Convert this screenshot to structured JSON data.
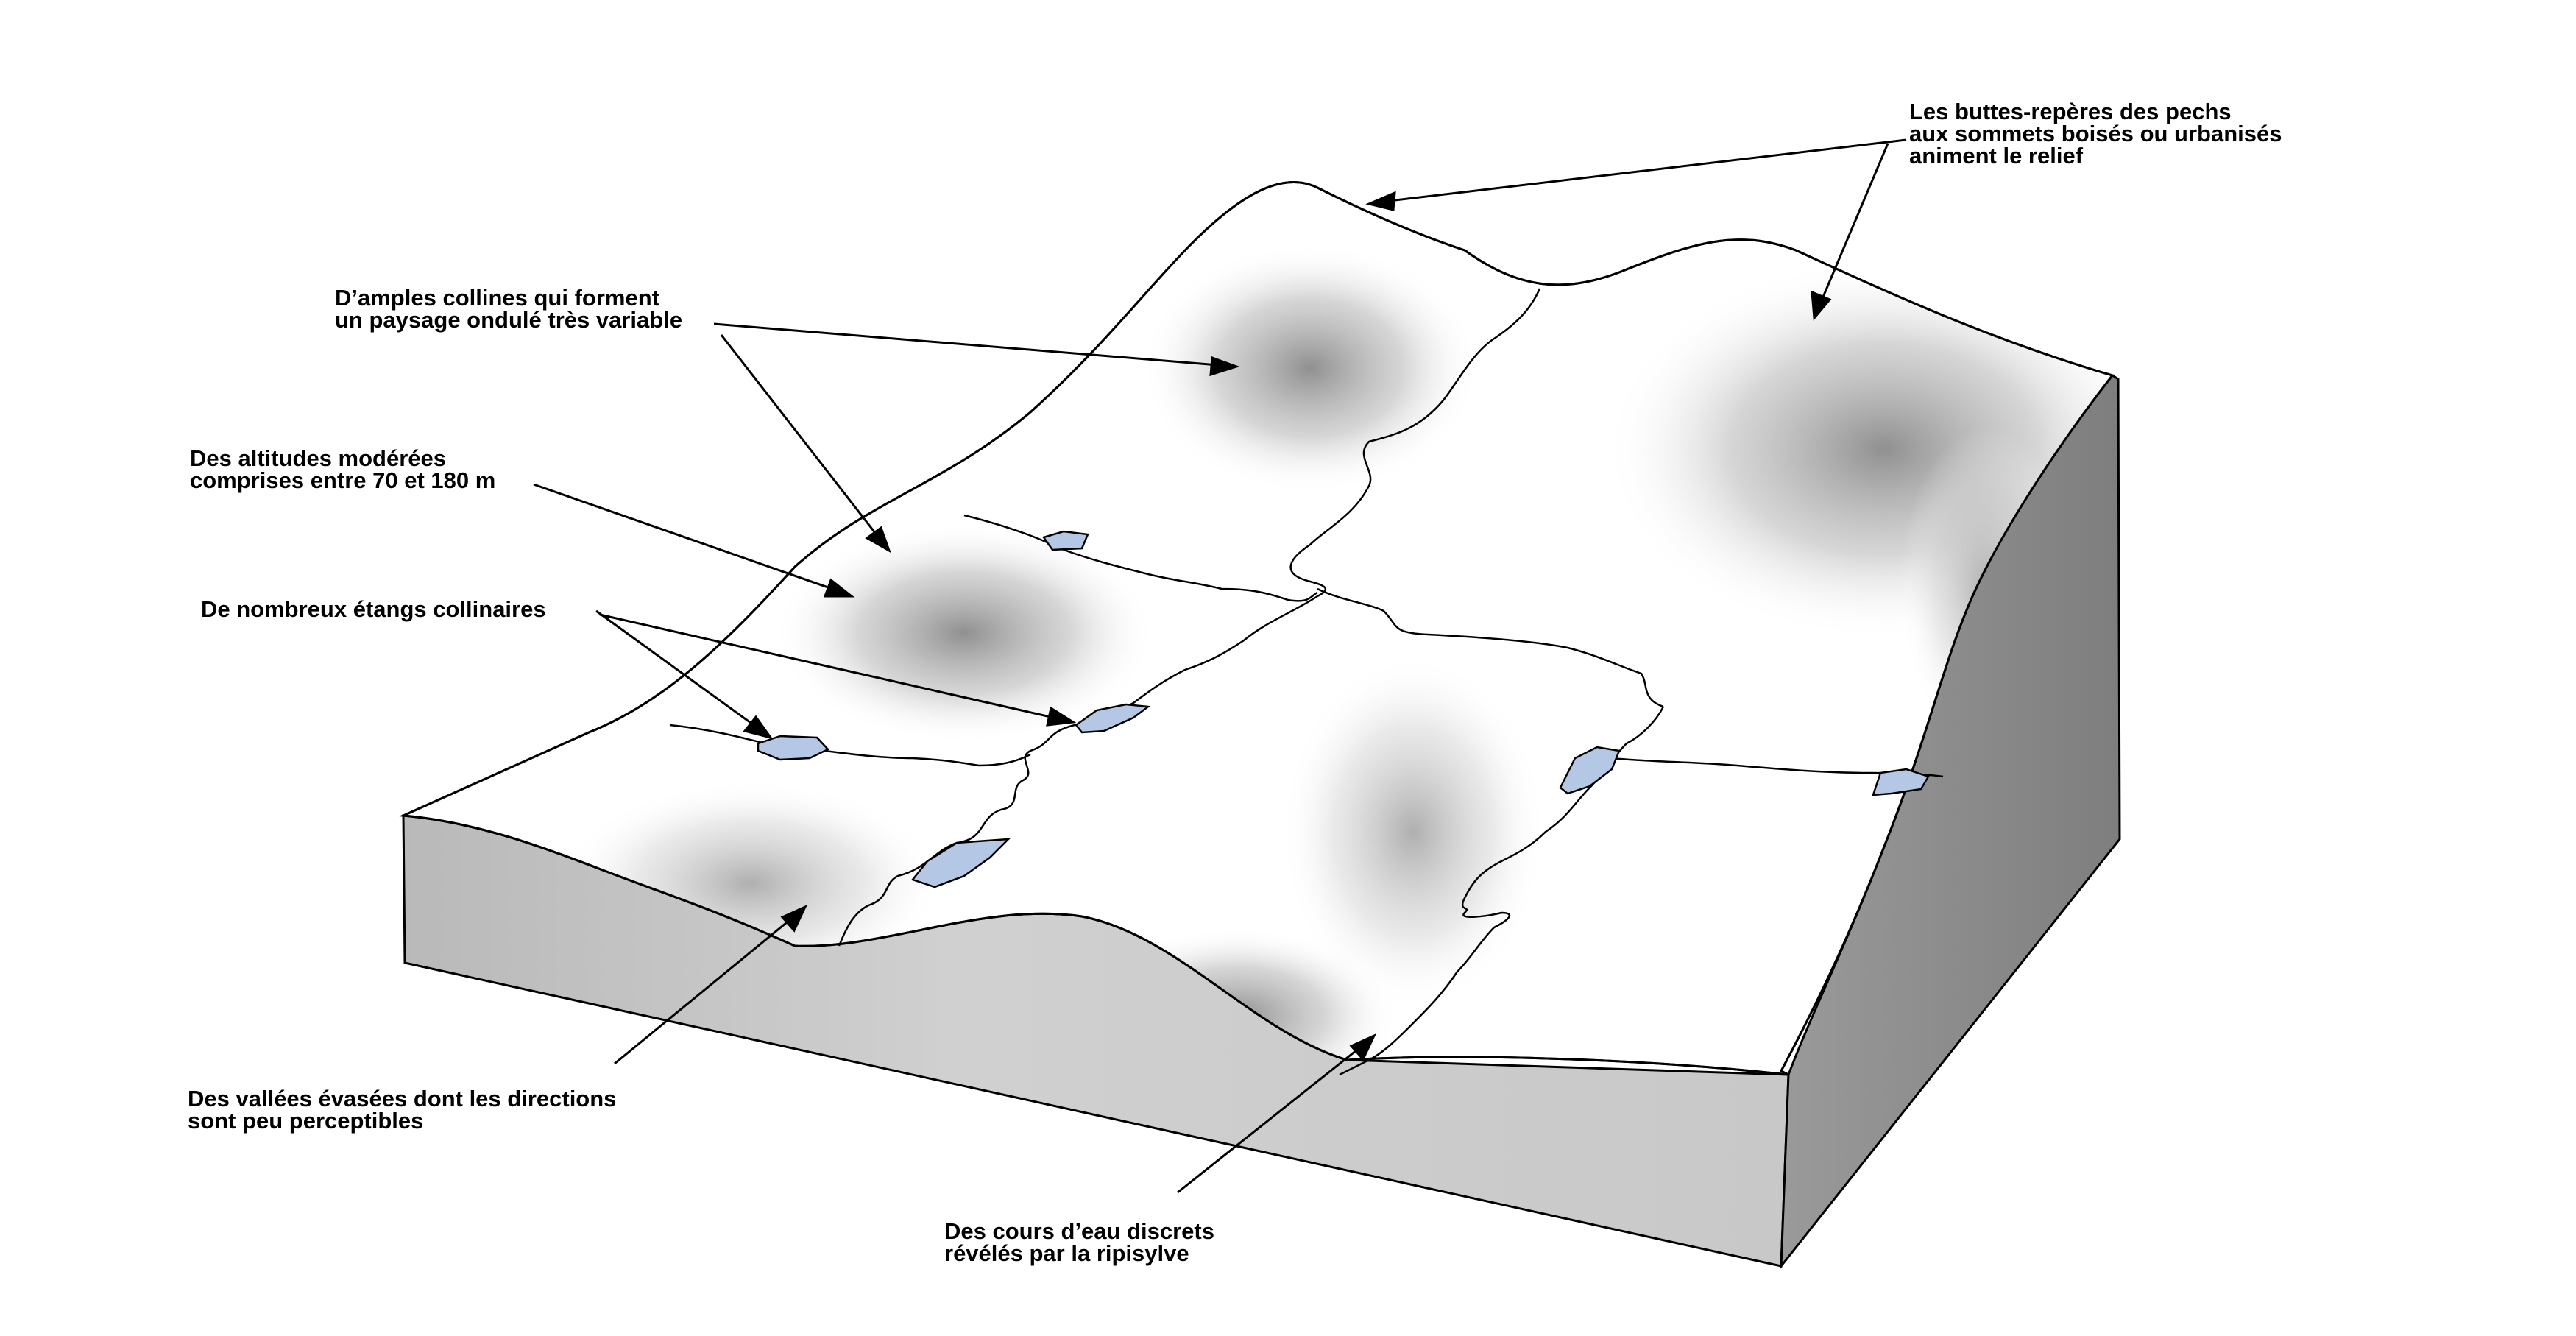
{
  "colors": {
    "top_surface": "#ffffff",
    "hill_shading": "#8c8c8c",
    "side_front": "#c6c6c6",
    "side_right": "#8e8e8e",
    "pond_fill": "#b4c8e6",
    "outline": "#000000"
  },
  "annotations": {
    "buttes": {
      "line1": "Les buttes-repères des pechs",
      "line2": "aux sommets boisés ou urbanisés",
      "line3": "animent le relief"
    },
    "collines": {
      "line1": "D’amples collines qui forment",
      "line2": "un paysage ondulé très variable"
    },
    "altitudes": {
      "line1": "Des altitudes modérées",
      "line2": "comprises entre 70 et 180 m"
    },
    "etangs": {
      "line1": "De nombreux étangs collinaires"
    },
    "vallees": {
      "line1": "Des vallées évasées dont les directions",
      "line2": "sont peu perceptibles"
    },
    "cours_eau": {
      "line1": "Des cours d’eau discrets",
      "line2": "révélés par la ripisylve"
    }
  }
}
